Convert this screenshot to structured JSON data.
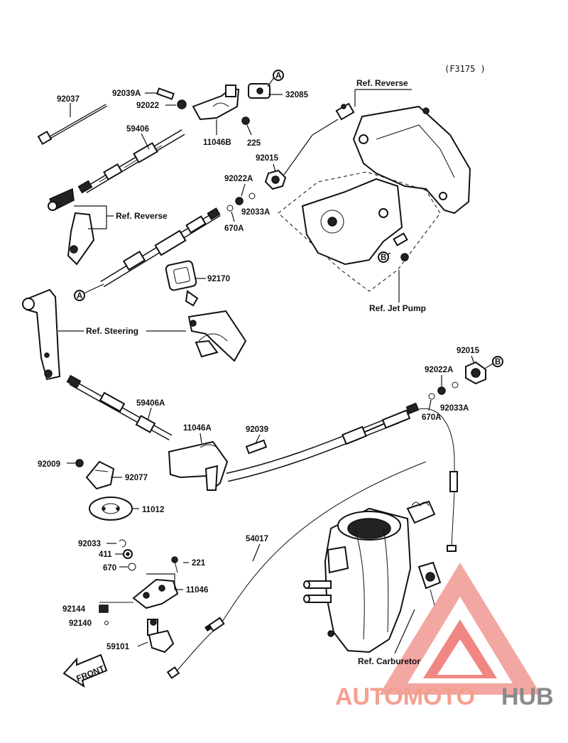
{
  "diagram_code": "(F3175 )",
  "parts": {
    "p92037": "92037",
    "p92039A": "92039A",
    "p92022": "92022",
    "p11046B": "11046B",
    "p32085": "32085",
    "p225": "225",
    "p92015_top": "92015",
    "p59406": "59406",
    "p92022A_top": "92022A",
    "p92033A_top": "92033A",
    "p670A_top": "670A",
    "p92170": "92170",
    "p92015_right": "92015",
    "p92022A_right": "92022A",
    "p92033A_right": "92033A",
    "p670A_right": "670A",
    "p59406A": "59406A",
    "p11046A": "11046A",
    "p92039": "92039",
    "p92009": "92009",
    "p92077": "92077",
    "p11012": "11012",
    "p54017": "54017",
    "p92033": "92033",
    "p411": "411",
    "p670": "670",
    "p221": "221",
    "p11046": "11046",
    "p92144": "92144",
    "p92140": "92140",
    "p59101": "59101"
  },
  "refs": {
    "reverse_top": "Ref. Reverse",
    "reverse_left": "Ref. Reverse",
    "jet_pump": "Ref. Jet Pump",
    "steering": "Ref. Steering",
    "carburetor": "Ref. Carburetor"
  },
  "markers": {
    "a1": "A",
    "a2": "A",
    "b1": "B",
    "b2": "B"
  },
  "front_label": "FRONT",
  "watermark": {
    "part1": "AUTOMOTO",
    "part2": "HUB",
    "color_primary": "#f3a08f",
    "color_secondary": "#8a8a8a",
    "triangle_color": "#ee6a66"
  }
}
